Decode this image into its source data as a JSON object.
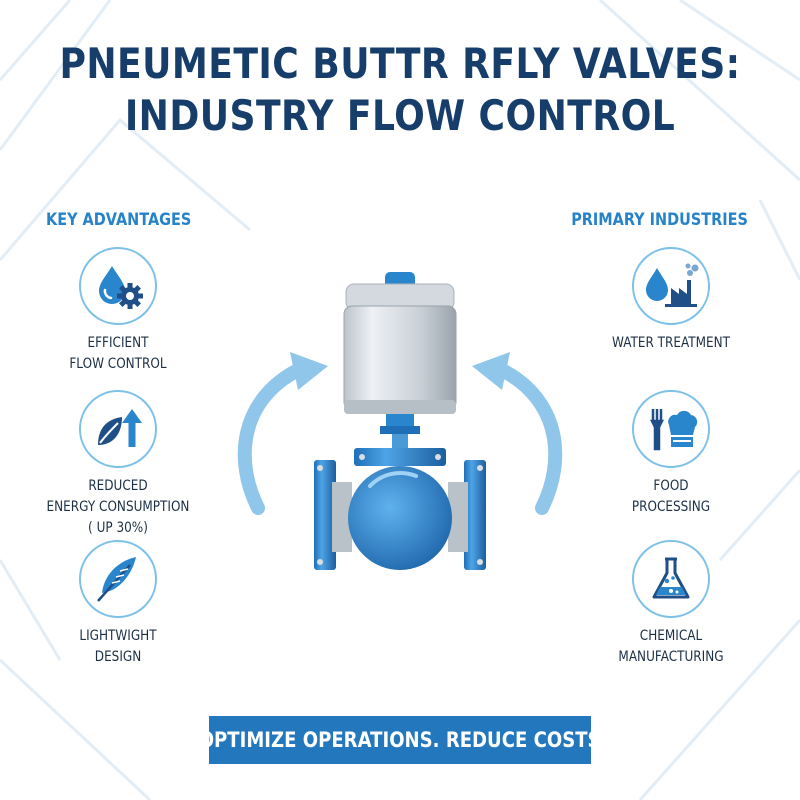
{
  "title": {
    "line1": "PNEUMETIC BUTTR RFLY VALVES:",
    "line2": "INDUSTRY FLOW CONTROL"
  },
  "colors": {
    "title": "#173d6b",
    "accent": "#2683c9",
    "banner": "#2277bd",
    "circle_border": "#7dc1e8"
  },
  "advantages": {
    "heading": "KEY ADVANTAGES",
    "items": [
      {
        "icon": "water-drop-gear-icon",
        "label": "EFFICIENT\nFLOW CONTROL"
      },
      {
        "icon": "leaf-arrow-up-icon",
        "label": "REDUCED\nENERGY CONSUMPTION\n( UP 30%)"
      },
      {
        "icon": "feather-icon",
        "label": "LIGHTWIGHT\nDESIGN"
      }
    ]
  },
  "industries": {
    "heading": "PRIMARY INDUSTRIES",
    "items": [
      {
        "icon": "water-drop-factory-icon",
        "label": "WATER TREATMENT"
      },
      {
        "icon": "fork-chef-hat-icon",
        "label": "FOOD\nPROCESSING"
      },
      {
        "icon": "flask-icon",
        "label": "CHEMICAL\nMANUFACTURING"
      }
    ]
  },
  "banner": {
    "text": "OPTIMIZE OPERATIONS. REDUCE COSTS"
  }
}
